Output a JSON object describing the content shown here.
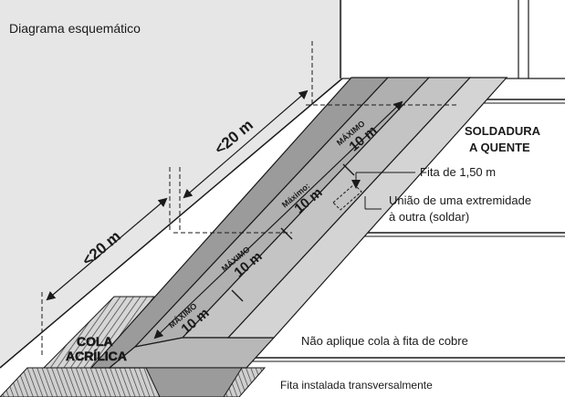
{
  "diagram": {
    "title": "Diagrama esquemático",
    "dimensions": {
      "left_run": "<20 m",
      "right_run": "<20 m"
    },
    "strip_labels": {
      "max_word_upper": "MÁXIMO",
      "max_word_mixed": "Máximo:",
      "length": "10 m"
    },
    "callouts": {
      "weld_title_line1": "SOLDADURA",
      "weld_title_line2": "A QUENTE",
      "tape_width": "Fita de 1,50 m",
      "join_line1": "União de uma extremidade",
      "join_line2": "à outra (soldar)",
      "no_glue": "Não aplique cola à fita de cobre",
      "transverse": "Fita instalada transversalmente"
    },
    "adhesive": {
      "line1": "COLA",
      "line2": "ACRÍLICA"
    },
    "colors": {
      "wall": "#e6e6e6",
      "floor": "#ffffff",
      "tape": "#9b9b9b",
      "tape_light": "#c4c4c4",
      "hatch": "#5a5a5a",
      "line": "#1a1a1a"
    }
  }
}
